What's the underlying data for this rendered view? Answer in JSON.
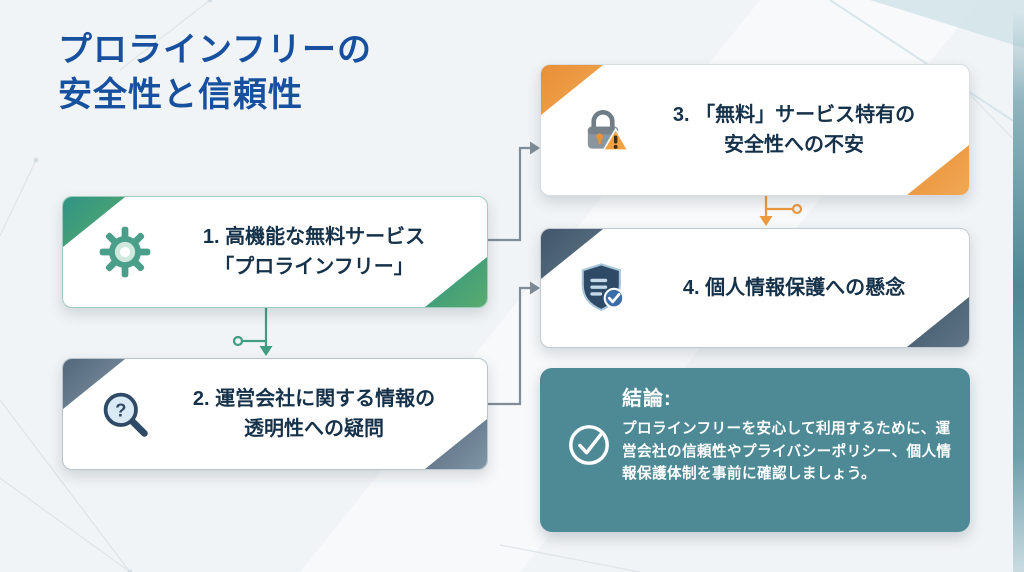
{
  "title": {
    "line1": "プロラインフリーの",
    "line2": "安全性と信頼性"
  },
  "cards": [
    {
      "icon": "gear-icon",
      "line1": "1. 高機能な無料サービス",
      "line2": "「プロラインフリー」",
      "accent": "#3a9b7e"
    },
    {
      "icon": "magnifier-question-icon",
      "line1": "2. 運営会社に関する情報の",
      "line2": "透明性への疑問",
      "accent": "#5d7183"
    },
    {
      "icon": "lock-warning-icon",
      "line1": "3. 「無料」サービス特有の",
      "line2": "安全性への不安",
      "accent": "#e8923a"
    },
    {
      "icon": "shield-check-icon",
      "line1": "4. 個人情報保護への懸念",
      "line2": "",
      "accent": "#46596b"
    }
  ],
  "conclusion": {
    "icon": "check-circle-icon",
    "heading": "結論:",
    "body": "プロラインフリーを安心して利用するために、運営会社の信頼性やプライバシーポリシー、個人情報保護体制を事前に確認しましょう。",
    "background": "#4d8a96"
  },
  "colors": {
    "title": "#17509f",
    "card_text": "#16324a",
    "green_accent": "#3a9b7e",
    "slate_accent": "#5d7183",
    "orange_accent": "#e8923a",
    "dark_slate_accent": "#46596b",
    "conclusion_background": "#4d8a96",
    "connector_gray": "#7e8d98",
    "connector_green": "#3f9e82",
    "connector_orange": "#ec9a3e"
  }
}
